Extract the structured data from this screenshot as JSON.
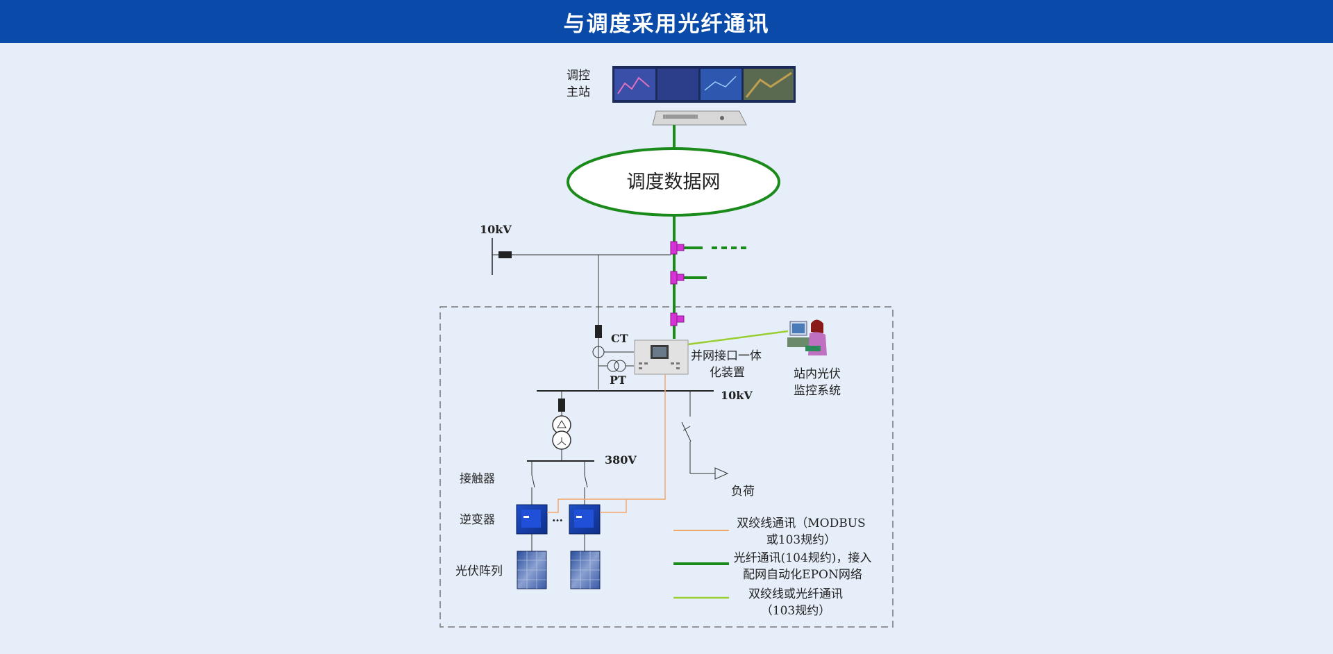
{
  "title": "与调度采用光纤通讯",
  "labels": {
    "master_line1": "调控",
    "master_line2": "主站",
    "dispatch_network": "调度数据网",
    "bus_10kv_top": "10kV",
    "ct": "CT",
    "pt": "PT",
    "interface_line1": "并网接口一体",
    "interface_line2": "化装置",
    "monitor_line1": "站内光伏",
    "monitor_line2": "监控系统",
    "bus_10kv_mid": "10kV",
    "bus_380v": "380V",
    "contactor": "接触器",
    "inverter": "逆变器",
    "ellipsis": "…",
    "pv_array": "光伏阵列",
    "load": "负荷"
  },
  "legend": [
    {
      "line1": "双绞线通讯（MODBUS",
      "line2": "或103规约）",
      "color": "#f2a66a"
    },
    {
      "line1": "光纤通讯(104规约)，接入",
      "line2": "配网自动化EPON网络",
      "color": "#1a8a1a"
    },
    {
      "line1": "双绞线或光纤通讯",
      "line2": "（103规约）",
      "color": "#9acd32"
    }
  ],
  "colors": {
    "title_bg": "#0a4aa8",
    "page_bg": "#e6eff9",
    "fiber": "#1a8a1a",
    "twisted_pair": "#f2a66a",
    "twisted_or_fiber": "#9acd32",
    "optical_splitter": "#d633d6"
  },
  "icons": [
    "monitor-wall-icon",
    "server-icon",
    "optical-splitter-icon",
    "interface-device-icon",
    "operator-workstation-icon",
    "transformer-icon",
    "inverter-icon",
    "solar-panel-icon"
  ]
}
